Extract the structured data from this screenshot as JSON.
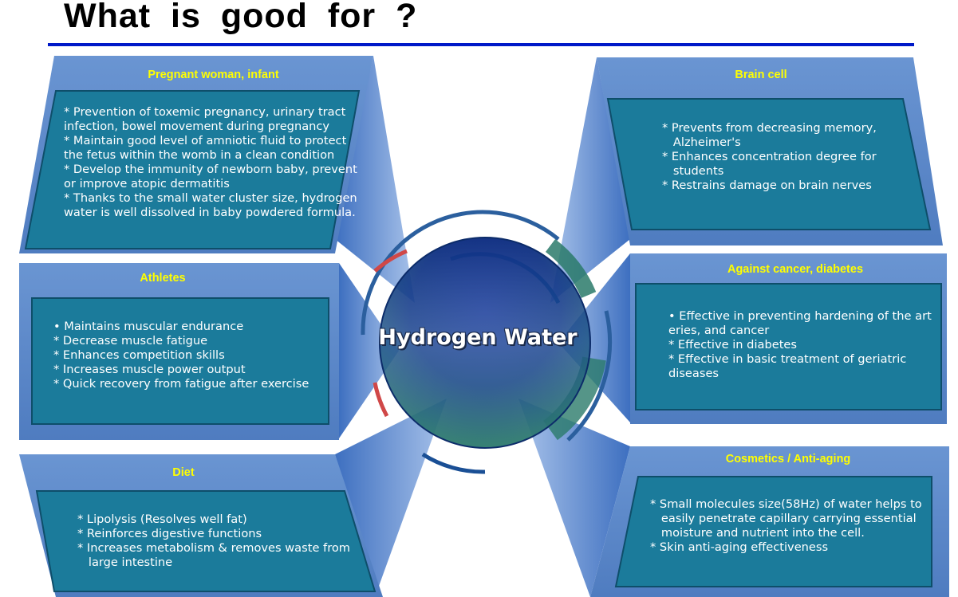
{
  "title": "What  is  good  for  ?",
  "hub": {
    "label": "Hydrogen Water"
  },
  "panels": {
    "pregnant": {
      "title": "Pregnant woman, infant",
      "lines": [
        "* Prevention of toxemic pregnancy, urinary tract",
        "infection, bowel movement  during pregnancy",
        "* Maintain good level of amniotic fluid to protect",
        "the fetus within the womb in a clean condition",
        "* Develop the immunity of newborn baby, prevent",
        "or improve atopic dermatitis",
        "* Thanks to the small water cluster size, hydrogen",
        "water is well dissolved in baby powdered formula."
      ]
    },
    "brain": {
      "title": "Brain cell",
      "lines": [
        "* Prevents from decreasing memory,",
        "   Alzheimer's",
        "* Enhances concentration degree for",
        "   students",
        "* Restrains damage on brain nerves"
      ]
    },
    "athletes": {
      "title": "Athletes",
      "lines": [
        "• Maintains muscular endurance",
        "* Decrease muscle fatigue",
        "* Enhances competition skills",
        "* Increases muscle power output",
        "* Quick recovery from fatigue after exercise"
      ]
    },
    "cancer": {
      "title": "Against cancer, diabetes",
      "lines": [
        "• Effective in preventing hardening of the art",
        "eries, and cancer",
        "* Effective in diabetes",
        "* Effective in basic treatment of geriatric",
        "diseases"
      ]
    },
    "diet": {
      "title": "Diet",
      "lines": [
        "* Lipolysis (Resolves well fat)",
        "* Reinforces digestive functions",
        "* Increases metabolism & removes waste from",
        "   large intestine"
      ]
    },
    "cosmetics": {
      "title": "Cosmetics / Anti-aging",
      "lines": [
        "* Small molecules size(58Hz) of water helps to",
        "   easily penetrate capillary carrying essential",
        "   moisture and nutrient into the cell.",
        "* Skin anti-aging effectiveness"
      ]
    }
  },
  "colors": {
    "title_rule": "#0019c8",
    "panel_frame": "#5b86c4",
    "panel_inner": "#1a7a9a",
    "panel_title": "#ffff00",
    "hub_core": "#0a2a7a",
    "hub_ring": "#2a7a6a"
  }
}
